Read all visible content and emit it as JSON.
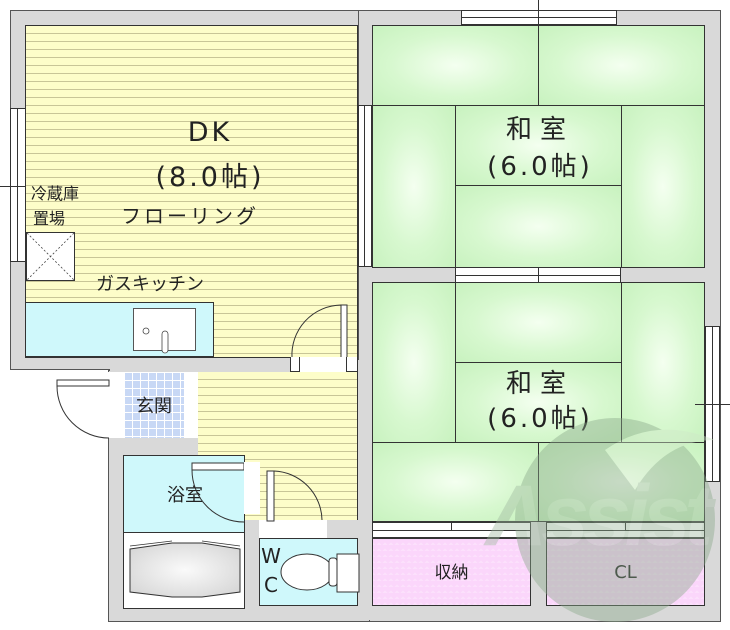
{
  "floor_plan": {
    "rooms": {
      "dk": {
        "name": "DK",
        "size": "(8.0帖)",
        "flooring": "フローリング"
      },
      "washitsu_upper": {
        "name": "和室",
        "size": "(6.0帖)"
      },
      "washitsu_lower": {
        "name": "和室",
        "size": "(6.0帖)"
      },
      "genkan": {
        "name": "玄関"
      },
      "bathroom": {
        "name": "浴室"
      },
      "wc": {
        "line1": "W",
        "line2": "C"
      },
      "storage": {
        "name": "収納"
      },
      "closet": {
        "name": "CL"
      }
    },
    "fixtures": {
      "fridge_line1": "冷蔵庫",
      "fridge_line2": "置場",
      "kitchen": "ガスキッチン"
    },
    "watermark": "Assist",
    "colors": {
      "wall": "#d9d9d9",
      "wood_floor": "#fdfdc9",
      "tatami": "#d7f8cf",
      "wet_area": "#cff8fb",
      "genkan_tile": "#c8d8f5",
      "storage": "#fbd6fb"
    }
  }
}
